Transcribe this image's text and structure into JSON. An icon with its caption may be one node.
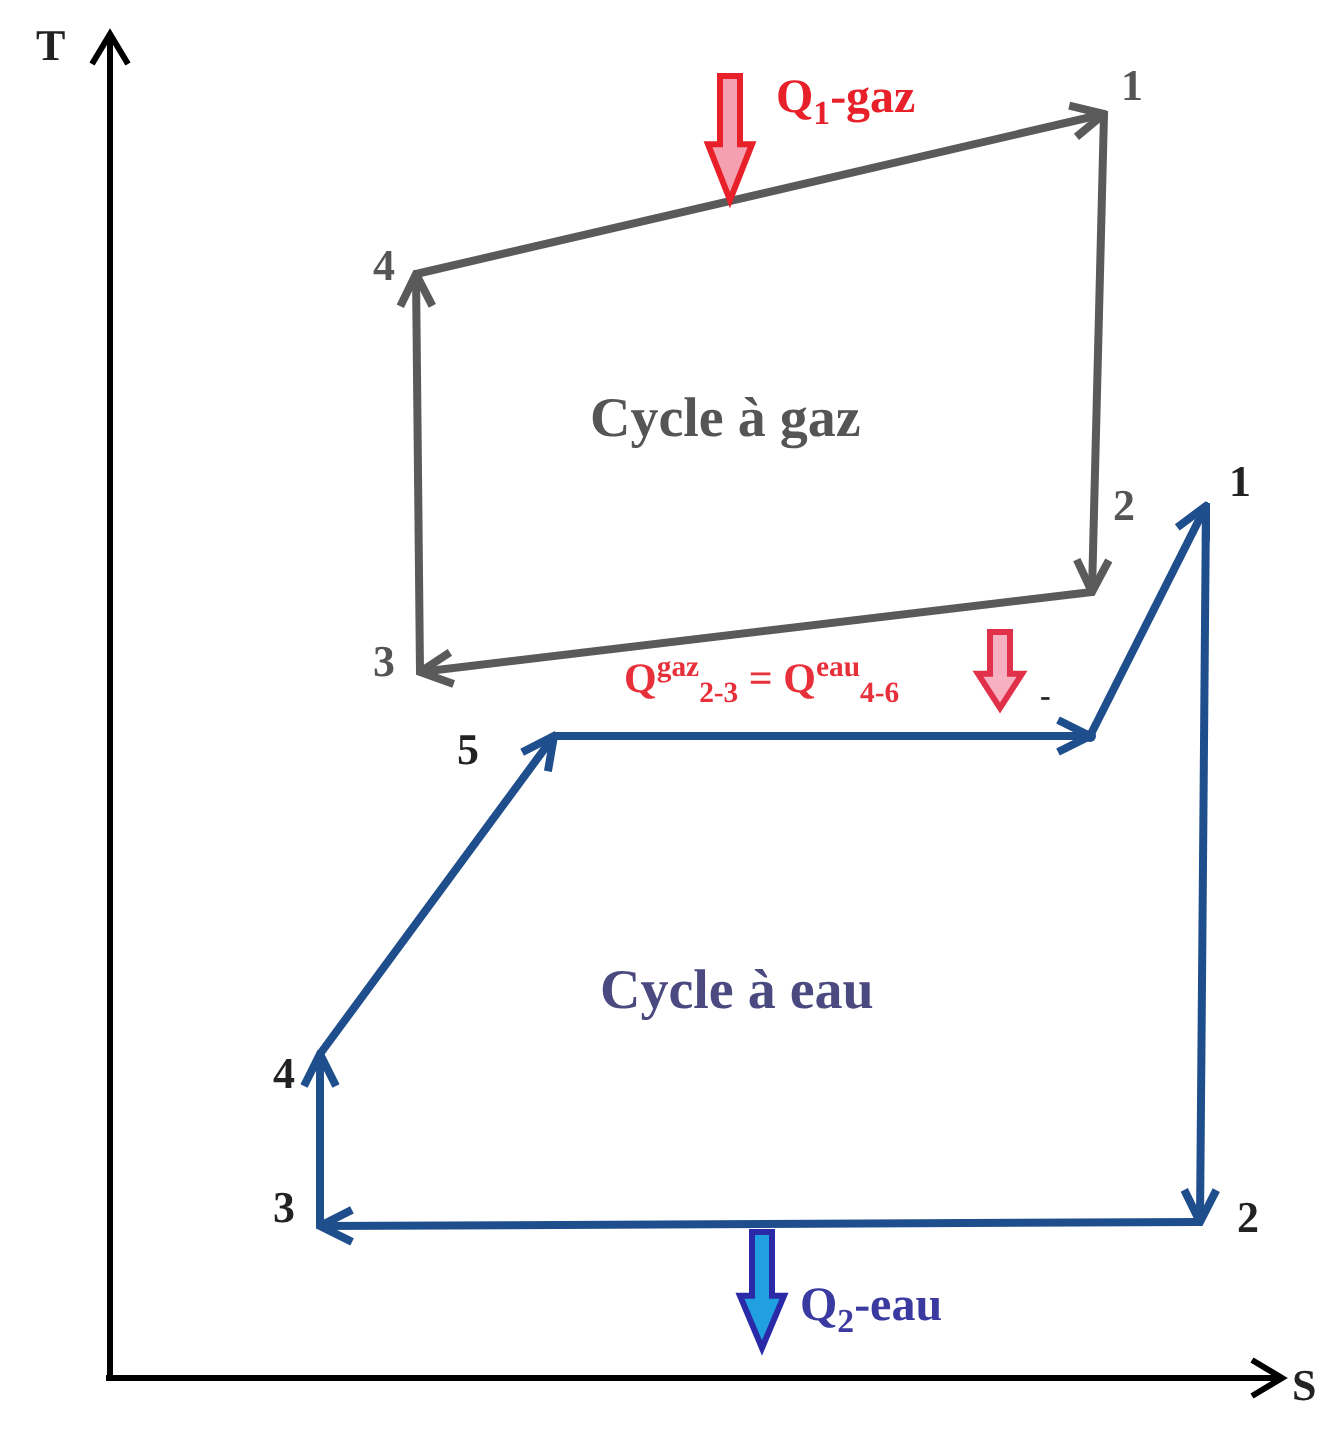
{
  "diagram": {
    "nodes": [
      {
        "text": [
          "1"
        ]
      },
      {
        "text": [
          "2"
        ]
      },
      {
        "text": [
          "3"
        ]
      },
      {
        "text": [
          "4"
        ]
      },
      {
        "text": [
          "1"
        ]
      },
      {
        "text": [
          "2"
        ]
      },
      {
        "text": [
          "3"
        ]
      },
      {
        "text": [
          "4"
        ]
      },
      {
        "text": [
          "5"
        ]
      },
      {
        "text": [],
        "shape": "point"
      }
    ],
    "edges": [
      {
        "from": 3,
        "to": 0,
        "arrow": "to",
        "color": "#5a5a5a"
      },
      {
        "from": 0,
        "to": 1,
        "arrow": "to",
        "color": "#5a5a5a"
      },
      {
        "from": 1,
        "to": 2,
        "arrow": "to",
        "color": "#5a5a5a"
      },
      {
        "from": 2,
        "to": 3,
        "arrow": "to",
        "color": "#5a5a5a"
      },
      {
        "from": 6,
        "to": 7,
        "arrow": "to"
      },
      {
        "from": 7,
        "to": 8,
        "arrow": "to"
      },
      {
        "from": 8,
        "to": 9,
        "arrow": "to"
      },
      {
        "from": 9,
        "to": 4,
        "arrow": "to"
      },
      {
        "from": 4,
        "to": 5,
        "arrow": "to"
      },
      {
        "from": 5,
        "to": 6,
        "arrow": "to"
      }
    ],
    "labels": [
      "T",
      "Q$_{1}$-gaz",
      "Cycle à gaz",
      "Q$^{gaz}$$_{2-3}$ = Q$^{eau}$$_{4-6}$",
      "-",
      "Cycle à eau",
      "Q$_{2}$-eau",
      "S"
    ]
  }
}
